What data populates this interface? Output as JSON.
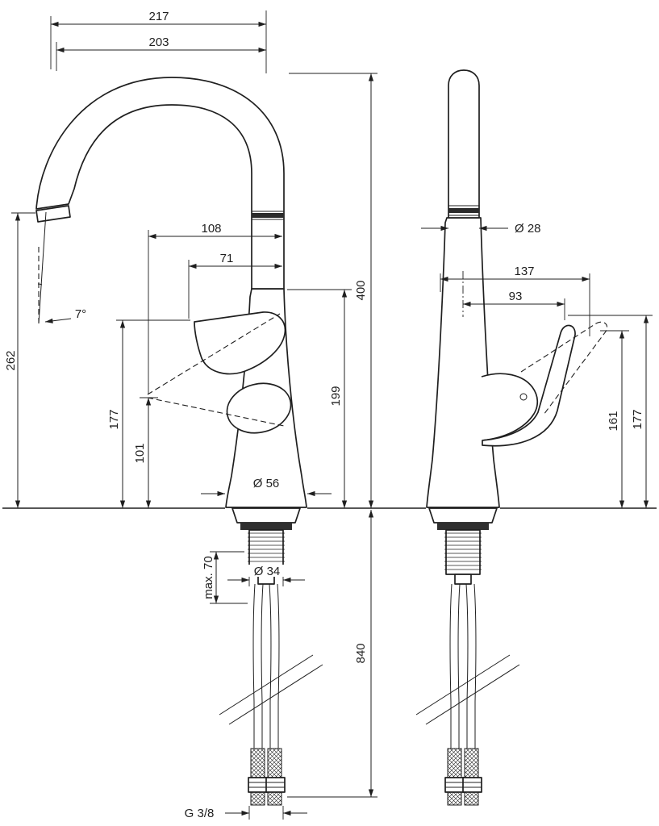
{
  "colors": {
    "background": "#ffffff",
    "ink": "#1f1f1f"
  },
  "side_view": {
    "dims": {
      "reach_overall": "217",
      "reach_aerator": "203",
      "handle_proj_open": "108",
      "handle_proj": "71",
      "spout_height": "400",
      "outlet_clearance": "262",
      "handle_height": "177",
      "handle_height_open": "101",
      "body_height": "199",
      "base_dia": "Ø 56",
      "outlet_angle": "7°",
      "deck_max": "max. 70",
      "shank_dia": "Ø 34",
      "hose_length": "840",
      "thread": "G 3/8"
    }
  },
  "front_view": {
    "dims": {
      "column_dia": "Ø 28",
      "handle_span_open": "137",
      "handle_span": "93",
      "handle_height_tilt": "161",
      "handle_height": "177"
    }
  }
}
